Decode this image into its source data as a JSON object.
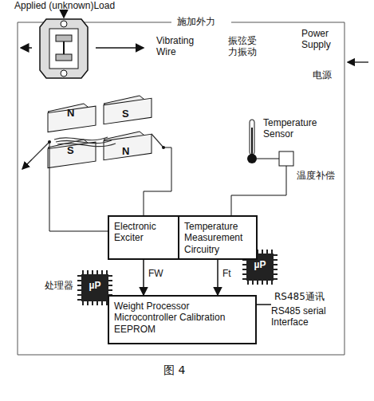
{
  "diagram": {
    "caption": "图 4",
    "nodes": [
      {
        "text": [
          "Electronic Exciter"
        ]
      },
      {
        "text": [
          "Temperature Measurement Circuitry"
        ]
      },
      {
        "text": [
          "Weight Processor Microcontroller Calibration EEPROM"
        ]
      }
    ],
    "edges": [
      {
        "from": 0,
        "to": 2,
        "label": "FW",
        "arrow": "to"
      },
      {
        "from": 1,
        "to": 2,
        "label": "Ft",
        "arrow": "to"
      }
    ],
    "labels": [
      "Applied (unknown)Load",
      "施加外力",
      "Power Supply",
      "电源",
      "Vibrating Wire",
      "振弦受力振动",
      "N",
      "S",
      "S",
      "N",
      "Temperature Sensor",
      "温度补偿",
      "µP",
      "µP",
      "处理器",
      "RS485通讯",
      "RS485 serial Interface"
    ]
  }
}
